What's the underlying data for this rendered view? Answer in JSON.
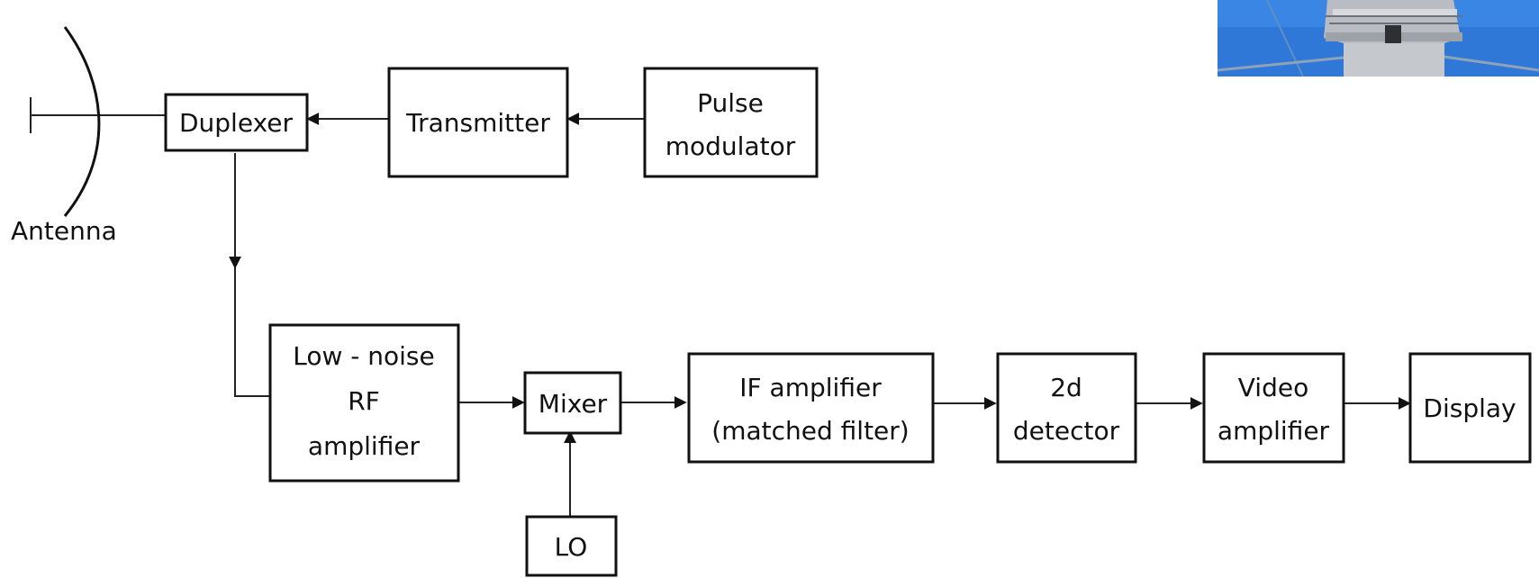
{
  "blocks": {
    "duplexer": "Duplexer",
    "transmitter": "Transmitter",
    "pulse_modulator": [
      "Pulse",
      "modulator"
    ],
    "low_noise_rf_amplifier": [
      "Low - noise",
      "RF",
      "amplifier"
    ],
    "mixer": "Mixer",
    "lo": "LO",
    "if_amplifier": [
      "IF amplifier",
      "(matched  filter)"
    ],
    "detector": [
      "2d",
      "detector"
    ],
    "video_amplifier": [
      "Video",
      "amplifier"
    ],
    "display": "Display"
  },
  "labels": {
    "antenna": "Antenna"
  },
  "colors": {
    "line": "#111111",
    "sky": "#2f78d8",
    "tower": "#b9bcc2"
  },
  "photo": {
    "icon": "radar-tower-photo"
  }
}
